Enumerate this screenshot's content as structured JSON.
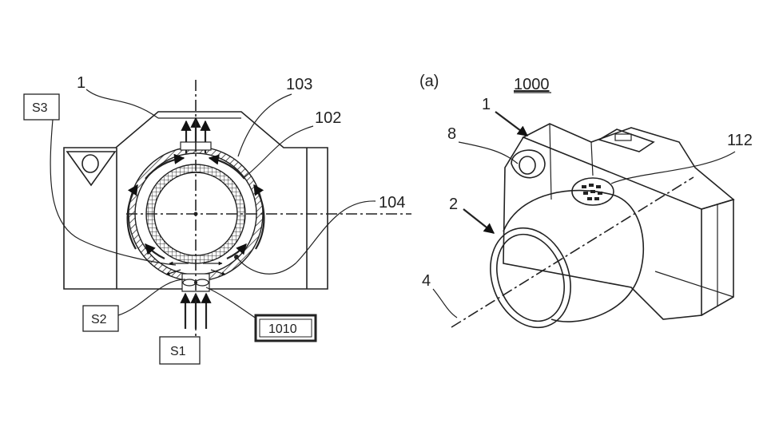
{
  "figure_left": {
    "labels": {
      "body": "1",
      "outer_ring": "103",
      "inner_ring": "102",
      "sensor": "104",
      "s3": "S3",
      "s2": "S2",
      "s1": "S1",
      "module": "1010"
    }
  },
  "figure_right": {
    "labels": {
      "panel": "(a)",
      "camera": "1000",
      "body": "1",
      "grip_hole": "8",
      "lens": "2",
      "axis": "4",
      "vent": "112"
    }
  }
}
